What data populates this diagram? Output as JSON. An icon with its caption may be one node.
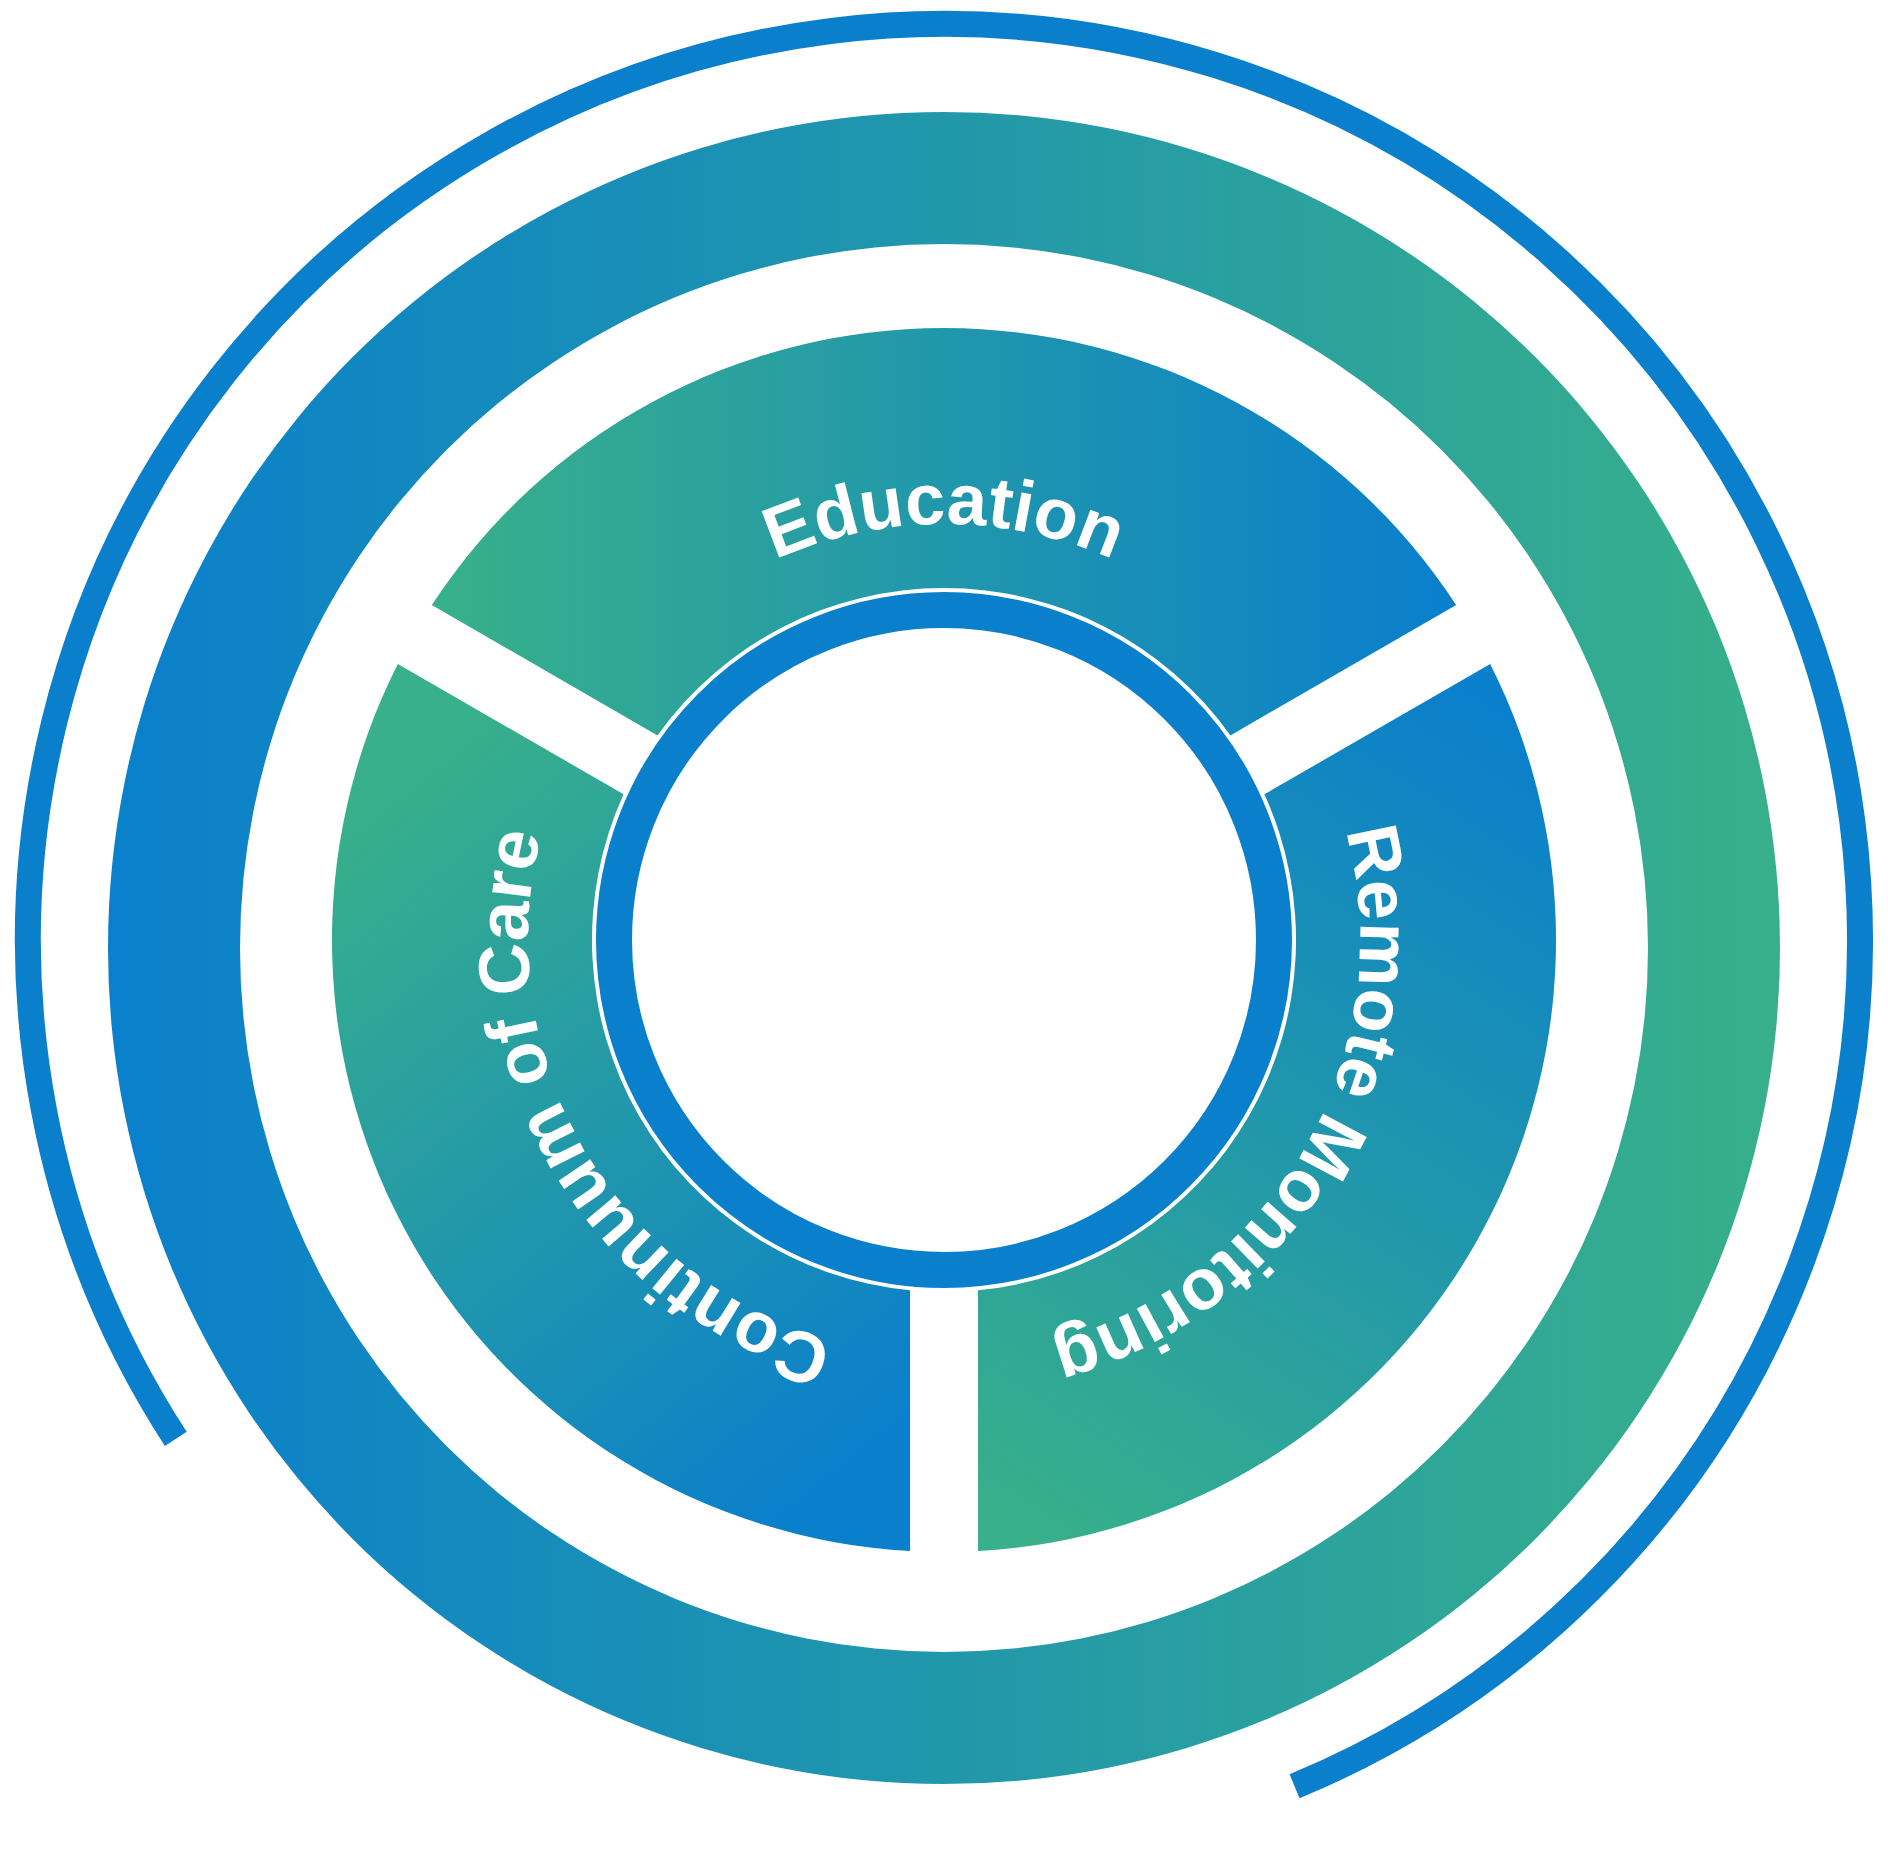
{
  "diagram": {
    "nodes": [
      {
        "text": [
          "Education"
        ]
      },
      {
        "text": [
          "Remote Monitoring"
        ]
      },
      {
        "text": [
          "Continuum of Care"
        ]
      }
    ]
  }
}
